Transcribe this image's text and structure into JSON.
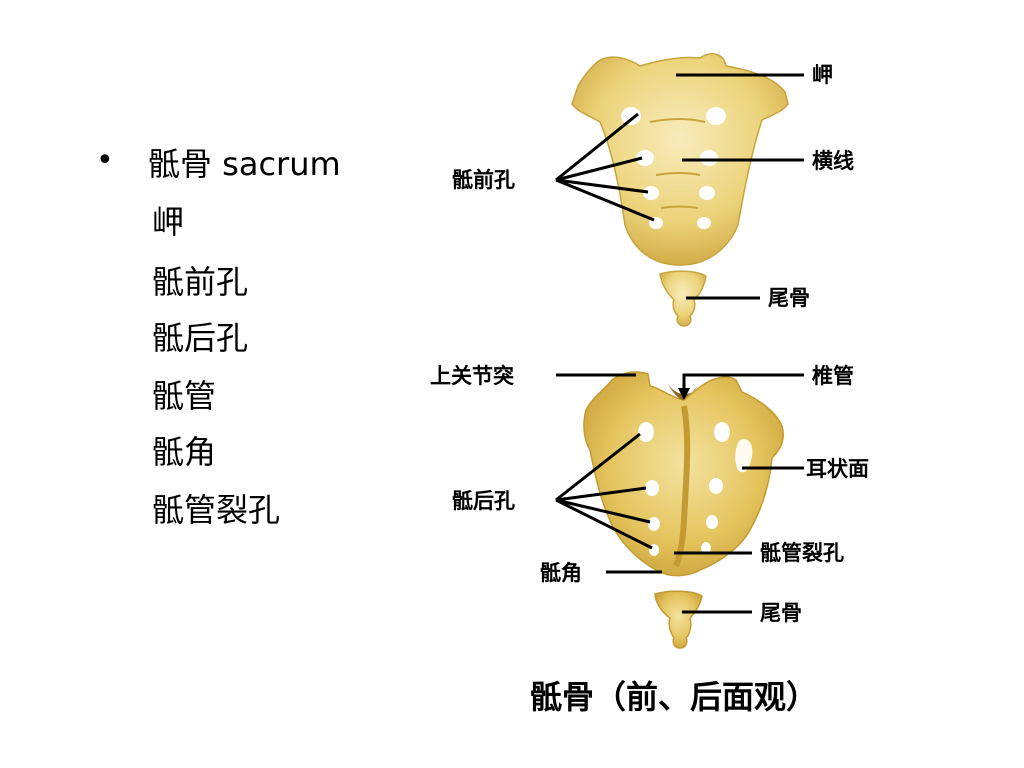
{
  "bullet": {
    "marker": "•",
    "title": "骶骨 sacrum",
    "items": [
      "岬",
      "骶前孔",
      "骶后孔",
      "骶管",
      "骶角",
      "骶管裂孔"
    ]
  },
  "anterior_labels": {
    "promontory": "岬",
    "transverse_line": "横线",
    "anterior_foramina": "骶前孔",
    "coccyx": "尾骨"
  },
  "posterior_labels": {
    "superior_articular_process": "上关节突",
    "vertebral_canal": "椎管",
    "auricular_surface": "耳状面",
    "posterior_foramina": "骶后孔",
    "sacral_hiatus": "骶管裂孔",
    "sacral_cornu": "骶角",
    "coccyx": "尾骨"
  },
  "caption": "骶骨（前、后面观）",
  "colors": {
    "bone_light": "#f4e6a8",
    "bone_mid": "#e6c965",
    "bone_dark": "#c9a33c",
    "foramen": "#ffffff"
  }
}
